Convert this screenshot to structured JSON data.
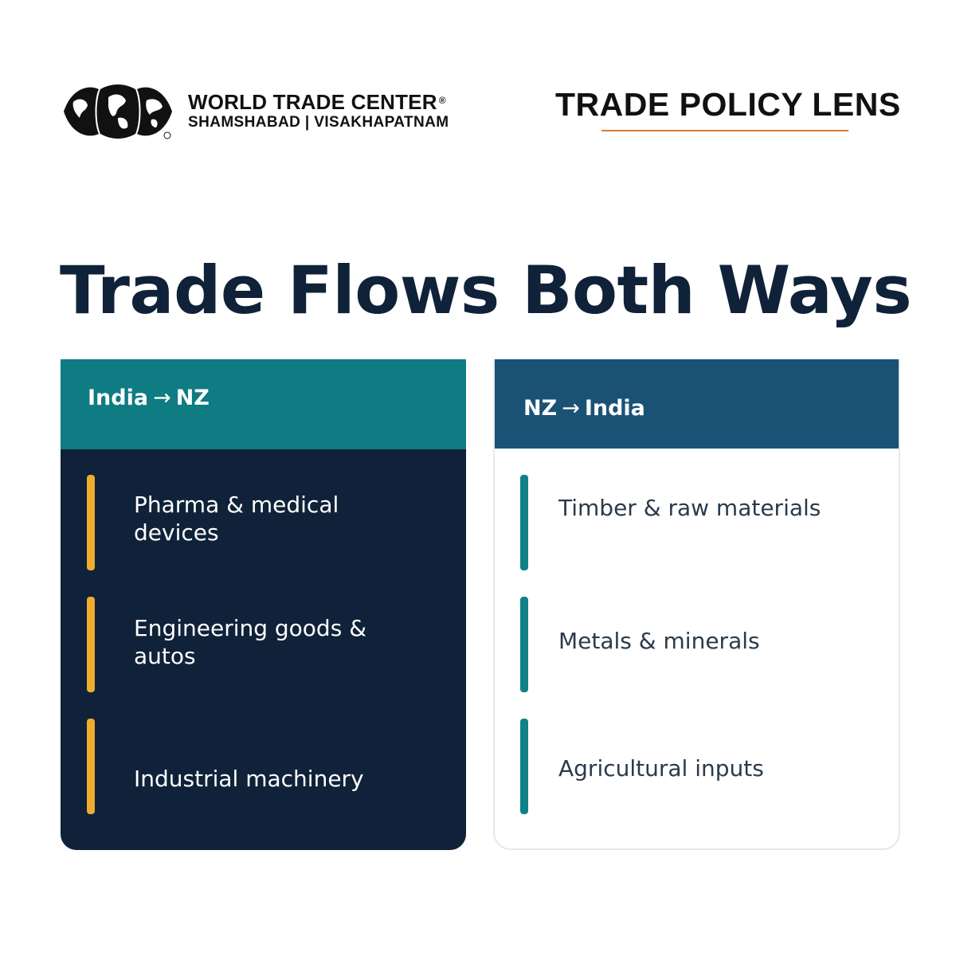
{
  "header": {
    "brand_name": "WORLD TRADE CENTER",
    "brand_reg": "®",
    "brand_locations": "SHAMSHABAD | VISAKHAPATNAM",
    "series": "TRADE POLICY LENS"
  },
  "title": "Trade Flows Both Ways",
  "left_card": {
    "from": "India",
    "arrow": "→",
    "to": "NZ",
    "items": [
      "Pharma & medical devices",
      "Engineering goods & autos",
      "Industrial machinery"
    ]
  },
  "right_card": {
    "from": "NZ",
    "arrow": "→",
    "to": "India",
    "items": [
      "Timber & raw materials",
      "Metals & minerals",
      "Agricultural inputs"
    ]
  },
  "colors": {
    "navy": "#0f2239",
    "teal": "#0f7b83",
    "blue": "#1a5276",
    "accent_yellow": "#f0ac2e",
    "accent_orange": "#e07a2a"
  }
}
